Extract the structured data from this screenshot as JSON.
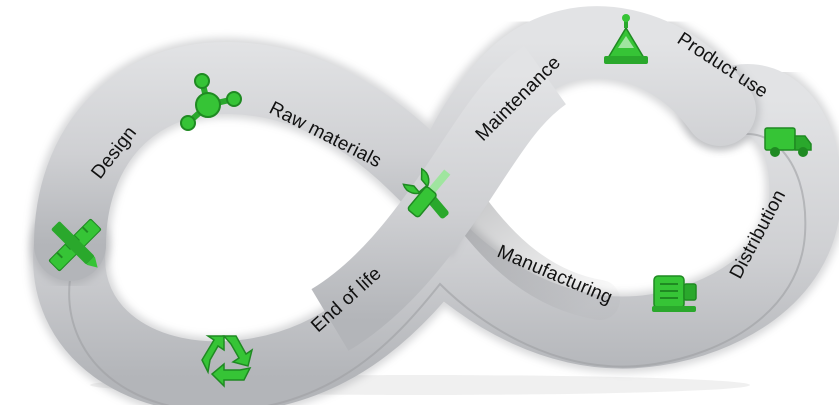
{
  "diagram": {
    "stages": [
      {
        "id": "design",
        "label": "Design",
        "icon": "ruler-pencil-icon"
      },
      {
        "id": "raw-materials",
        "label": "Raw materials",
        "icon": "molecule-icon"
      },
      {
        "id": "maintenance",
        "label": "Maintenance",
        "icon": "wrench-screwdriver-icon"
      },
      {
        "id": "product-use",
        "label": "Product use",
        "icon": "crane-hook-icon"
      },
      {
        "id": "distribution",
        "label": "Distribution",
        "icon": "delivery-truck-icon"
      },
      {
        "id": "manufacturing",
        "label": "Manufacturing",
        "icon": "machine-motor-icon"
      },
      {
        "id": "end-of-life",
        "label": "End of life",
        "icon": "recycle-icon"
      }
    ],
    "colors": {
      "band": "#cfd0d3",
      "band_edge": "#9ea0a4",
      "band_shadow": "#7e8084",
      "icon_green": "#36c436",
      "icon_dark": "#1f8a22",
      "text": "#111111"
    }
  }
}
